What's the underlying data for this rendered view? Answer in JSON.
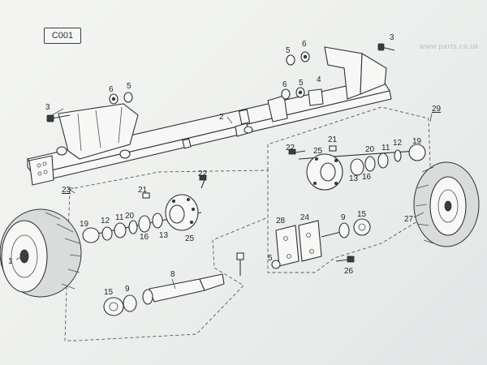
{
  "page_code": "C001",
  "watermark": "www.parts.co.uk",
  "callouts": {
    "c3a": "3",
    "c6a": "6",
    "c5a": "5",
    "c5b": "5",
    "c6b": "6",
    "c3b": "3",
    "c6c": "6",
    "c5c": "5",
    "c4": "4",
    "c2": "2",
    "c29": "29",
    "c23": "23",
    "c21a": "21",
    "c22a": "22",
    "c19a": "19",
    "c12a": "12",
    "c11a": "11",
    "c20a": "20",
    "c16a": "16",
    "c13a": "13",
    "c25a": "25",
    "c22b": "22",
    "c21b": "21",
    "c25b": "25",
    "c20b": "20",
    "c11b": "11",
    "c12b": "12",
    "c19b": "19",
    "c13b": "13",
    "c16b": "16",
    "c28": "28",
    "c24": "24",
    "c9a": "9",
    "c15a": "15",
    "c5d": "5",
    "c26": "26",
    "c27": "27",
    "c1": "1",
    "c8": "8",
    "c15b": "15",
    "c9b": "9"
  }
}
